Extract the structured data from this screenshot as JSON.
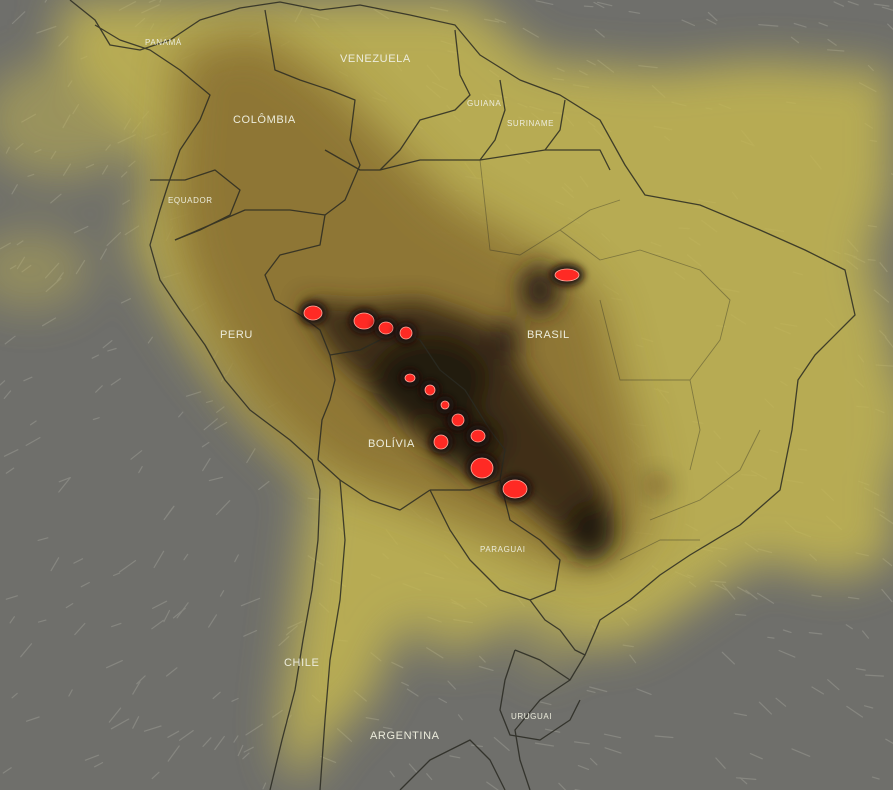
{
  "map": {
    "colors": {
      "ocean": "#6f6f6b",
      "smoke_light": "#c7b94f",
      "smoke_mid": "#8a7130",
      "smoke_dark": "#2b1d14",
      "fire": "#ff2a24",
      "border": "#2a2a22"
    },
    "labels": {
      "panama": "PANAMÁ",
      "venezuela": "VENEZUELA",
      "colombia": "COLÔMBIA",
      "guiana": "GUIANA",
      "suriname": "SURINAME",
      "equador": "EQUADOR",
      "peru": "PERU",
      "brasil": "BRASIL",
      "bolivia": "BOLÍVIA",
      "paraguai": "PARAGUAI",
      "chile": "CHILE",
      "uruguai": "URUGUAI",
      "argentina": "ARGENTINA"
    }
  }
}
